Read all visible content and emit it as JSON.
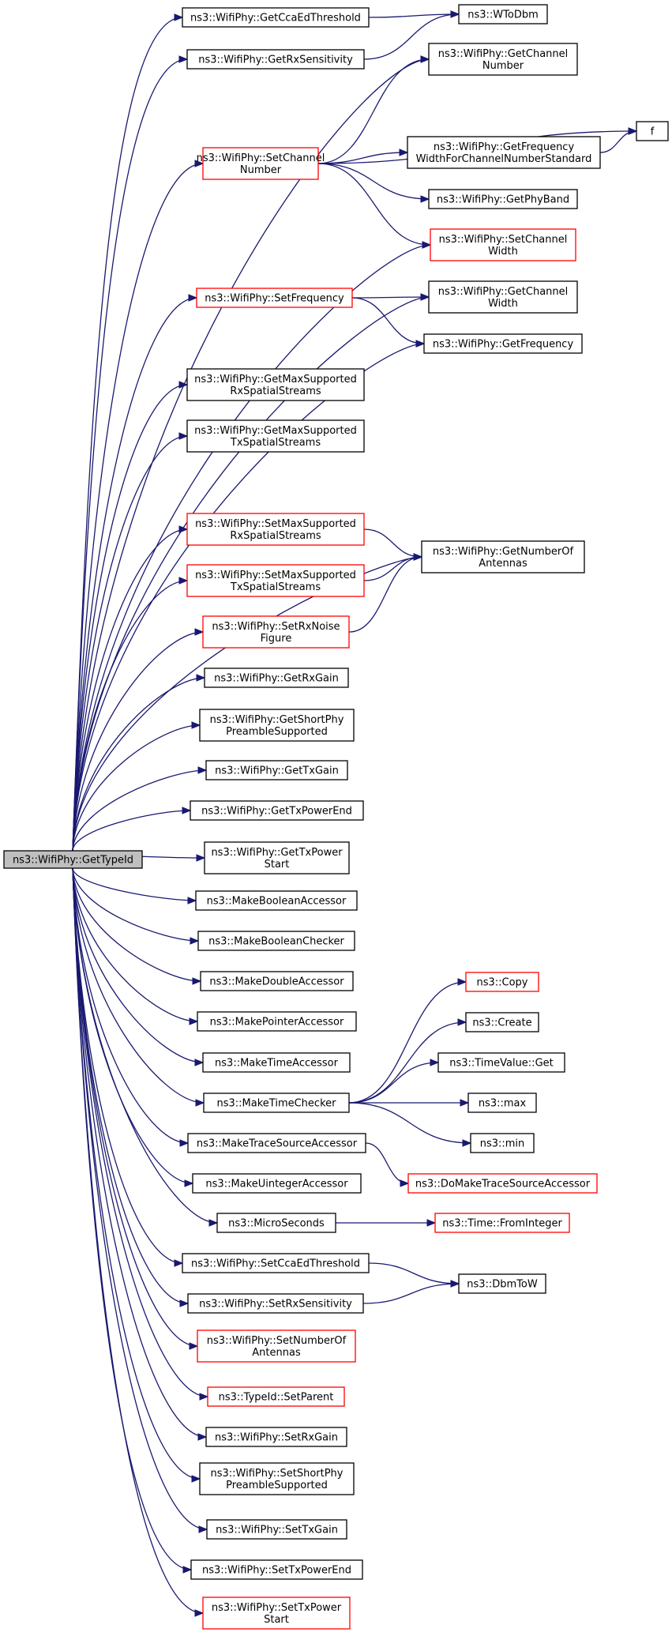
{
  "nodes": [
    {
      "id": "root",
      "lines": [
        "ns3::WifiPhy::GetTypeId"
      ],
      "color": "root"
    },
    {
      "id": "getCcaEd",
      "lines": [
        "ns3::WifiPhy::GetCcaEdThreshold"
      ],
      "color": "black"
    },
    {
      "id": "wtodbm",
      "lines": [
        "ns3::WToDbm"
      ],
      "color": "black"
    },
    {
      "id": "getRxSens",
      "lines": [
        "ns3::WifiPhy::GetRxSensitivity"
      ],
      "color": "black"
    },
    {
      "id": "getChanNum",
      "lines": [
        "ns3::WifiPhy::GetChannel",
        "Number"
      ],
      "color": "black"
    },
    {
      "id": "setChanNum",
      "lines": [
        "ns3::WifiPhy::SetChannel",
        "Number"
      ],
      "color": "red"
    },
    {
      "id": "f",
      "lines": [
        "f"
      ],
      "color": "black"
    },
    {
      "id": "getFreqWidth",
      "lines": [
        "ns3::WifiPhy::GetFrequency",
        "WidthForChannelNumberStandard"
      ],
      "color": "black"
    },
    {
      "id": "getPhyBand",
      "lines": [
        "ns3::WifiPhy::GetPhyBand"
      ],
      "color": "black"
    },
    {
      "id": "setChanWidth",
      "lines": [
        "ns3::WifiPhy::SetChannel",
        "Width"
      ],
      "color": "red"
    },
    {
      "id": "setFreq",
      "lines": [
        "ns3::WifiPhy::SetFrequency"
      ],
      "color": "red"
    },
    {
      "id": "getChanWidth",
      "lines": [
        "ns3::WifiPhy::GetChannel",
        "Width"
      ],
      "color": "black"
    },
    {
      "id": "getFreq",
      "lines": [
        "ns3::WifiPhy::GetFrequency"
      ],
      "color": "black"
    },
    {
      "id": "getMaxRx",
      "lines": [
        "ns3::WifiPhy::GetMaxSupported",
        "RxSpatialStreams"
      ],
      "color": "black"
    },
    {
      "id": "getMaxTx",
      "lines": [
        "ns3::WifiPhy::GetMaxSupported",
        "TxSpatialStreams"
      ],
      "color": "black"
    },
    {
      "id": "setMaxRx",
      "lines": [
        "ns3::WifiPhy::SetMaxSupported",
        "RxSpatialStreams"
      ],
      "color": "red"
    },
    {
      "id": "getNumAnt",
      "lines": [
        "ns3::WifiPhy::GetNumberOf",
        "Antennas"
      ],
      "color": "black"
    },
    {
      "id": "setMaxTx",
      "lines": [
        "ns3::WifiPhy::SetMaxSupported",
        "TxSpatialStreams"
      ],
      "color": "red"
    },
    {
      "id": "setRxNoise",
      "lines": [
        "ns3::WifiPhy::SetRxNoise",
        "Figure"
      ],
      "color": "red"
    },
    {
      "id": "getRxGain",
      "lines": [
        "ns3::WifiPhy::GetRxGain"
      ],
      "color": "black"
    },
    {
      "id": "getShortPre",
      "lines": [
        "ns3::WifiPhy::GetShortPhy",
        "PreambleSupported"
      ],
      "color": "black"
    },
    {
      "id": "getTxGain",
      "lines": [
        "ns3::WifiPhy::GetTxGain"
      ],
      "color": "black"
    },
    {
      "id": "getTxPowEnd",
      "lines": [
        "ns3::WifiPhy::GetTxPowerEnd"
      ],
      "color": "black"
    },
    {
      "id": "getTxPowStart",
      "lines": [
        "ns3::WifiPhy::GetTxPower",
        "Start"
      ],
      "color": "black"
    },
    {
      "id": "makeBoolAcc",
      "lines": [
        "ns3::MakeBooleanAccessor"
      ],
      "color": "black"
    },
    {
      "id": "makeBoolChk",
      "lines": [
        "ns3::MakeBooleanChecker"
      ],
      "color": "black"
    },
    {
      "id": "makeDblAcc",
      "lines": [
        "ns3::MakeDoubleAccessor"
      ],
      "color": "black"
    },
    {
      "id": "makePtrAcc",
      "lines": [
        "ns3::MakePointerAccessor"
      ],
      "color": "black"
    },
    {
      "id": "copy",
      "lines": [
        "ns3::Copy"
      ],
      "color": "red"
    },
    {
      "id": "makeTimeAcc",
      "lines": [
        "ns3::MakeTimeAccessor"
      ],
      "color": "black"
    },
    {
      "id": "create",
      "lines": [
        "ns3::Create"
      ],
      "color": "black"
    },
    {
      "id": "makeTimeChk",
      "lines": [
        "ns3::MakeTimeChecker"
      ],
      "color": "black"
    },
    {
      "id": "timeValGet",
      "lines": [
        "ns3::TimeValue::Get"
      ],
      "color": "black"
    },
    {
      "id": "max",
      "lines": [
        "ns3::max"
      ],
      "color": "black"
    },
    {
      "id": "makeTraceAcc",
      "lines": [
        "ns3::MakeTraceSourceAccessor"
      ],
      "color": "black"
    },
    {
      "id": "min",
      "lines": [
        "ns3::min"
      ],
      "color": "black"
    },
    {
      "id": "makeUintAcc",
      "lines": [
        "ns3::MakeUintegerAccessor"
      ],
      "color": "black"
    },
    {
      "id": "doMakeTrace",
      "lines": [
        "ns3::DoMakeTraceSourceAccessor"
      ],
      "color": "red"
    },
    {
      "id": "microSec",
      "lines": [
        "ns3::MicroSeconds"
      ],
      "color": "black"
    },
    {
      "id": "fromInt",
      "lines": [
        "ns3::Time::FromInteger"
      ],
      "color": "red"
    },
    {
      "id": "setCcaEd",
      "lines": [
        "ns3::WifiPhy::SetCcaEdThreshold"
      ],
      "color": "black"
    },
    {
      "id": "dbmtow",
      "lines": [
        "ns3::DbmToW"
      ],
      "color": "black"
    },
    {
      "id": "setRxSens",
      "lines": [
        "ns3::WifiPhy::SetRxSensitivity"
      ],
      "color": "black"
    },
    {
      "id": "setNumAnt",
      "lines": [
        "ns3::WifiPhy::SetNumberOf",
        "Antennas"
      ],
      "color": "red"
    },
    {
      "id": "setParent",
      "lines": [
        "ns3::TypeId::SetParent"
      ],
      "color": "red"
    },
    {
      "id": "setRxGain",
      "lines": [
        "ns3::WifiPhy::SetRxGain"
      ],
      "color": "black"
    },
    {
      "id": "setShortPre",
      "lines": [
        "ns3::WifiPhy::SetShortPhy",
        "PreambleSupported"
      ],
      "color": "black"
    },
    {
      "id": "setTxGain",
      "lines": [
        "ns3::WifiPhy::SetTxGain"
      ],
      "color": "black"
    },
    {
      "id": "setTxPowEnd",
      "lines": [
        "ns3::WifiPhy::SetTxPowerEnd"
      ],
      "color": "black"
    },
    {
      "id": "setTxPowStart",
      "lines": [
        "ns3::WifiPhy::SetTxPower",
        "Start"
      ],
      "color": "red"
    }
  ],
  "edges": [
    [
      "root",
      "getCcaEd"
    ],
    [
      "root",
      "getRxSens"
    ],
    [
      "root",
      "getChanNum"
    ],
    [
      "root",
      "setChanNum"
    ],
    [
      "root",
      "setChanWidth"
    ],
    [
      "root",
      "setFreq"
    ],
    [
      "root",
      "getChanWidth"
    ],
    [
      "root",
      "getFreq"
    ],
    [
      "root",
      "getMaxRx"
    ],
    [
      "root",
      "getMaxTx"
    ],
    [
      "root",
      "getNumAnt"
    ],
    [
      "root",
      "setMaxRx"
    ],
    [
      "root",
      "setMaxTx"
    ],
    [
      "root",
      "setRxNoise"
    ],
    [
      "root",
      "getRxGain"
    ],
    [
      "root",
      "getShortPre"
    ],
    [
      "root",
      "getTxGain"
    ],
    [
      "root",
      "getTxPowEnd"
    ],
    [
      "root",
      "getTxPowStart"
    ],
    [
      "root",
      "makeBoolAcc"
    ],
    [
      "root",
      "makeBoolChk"
    ],
    [
      "root",
      "makeDblAcc"
    ],
    [
      "root",
      "makePtrAcc"
    ],
    [
      "root",
      "makeTimeAcc"
    ],
    [
      "root",
      "makeTimeChk"
    ],
    [
      "root",
      "makeTraceAcc"
    ],
    [
      "root",
      "makeUintAcc"
    ],
    [
      "root",
      "microSec"
    ],
    [
      "root",
      "setCcaEd"
    ],
    [
      "root",
      "setRxSens"
    ],
    [
      "root",
      "setNumAnt"
    ],
    [
      "root",
      "setParent"
    ],
    [
      "root",
      "setRxGain"
    ],
    [
      "root",
      "setShortPre"
    ],
    [
      "root",
      "setTxGain"
    ],
    [
      "root",
      "setTxPowEnd"
    ],
    [
      "root",
      "setTxPowStart"
    ],
    [
      "getCcaEd",
      "wtodbm"
    ],
    [
      "getRxSens",
      "wtodbm"
    ],
    [
      "setChanNum",
      "getChanNum"
    ],
    [
      "setChanNum",
      "f"
    ],
    [
      "setChanNum",
      "getFreqWidth"
    ],
    [
      "setChanNum",
      "getPhyBand"
    ],
    [
      "setChanNum",
      "setChanWidth"
    ],
    [
      "getFreqWidth",
      "f"
    ],
    [
      "setFreq",
      "getChanWidth"
    ],
    [
      "setFreq",
      "getFreq"
    ],
    [
      "setMaxRx",
      "getNumAnt"
    ],
    [
      "setMaxTx",
      "getNumAnt"
    ],
    [
      "setRxNoise",
      "getNumAnt"
    ],
    [
      "makeTimeChk",
      "copy"
    ],
    [
      "makeTimeChk",
      "create"
    ],
    [
      "makeTimeChk",
      "timeValGet"
    ],
    [
      "makeTimeChk",
      "max"
    ],
    [
      "makeTimeChk",
      "min"
    ],
    [
      "makeTraceAcc",
      "doMakeTrace"
    ],
    [
      "microSec",
      "fromInt"
    ],
    [
      "setCcaEd",
      "dbmtow"
    ],
    [
      "setRxSens",
      "dbmtow"
    ]
  ]
}
